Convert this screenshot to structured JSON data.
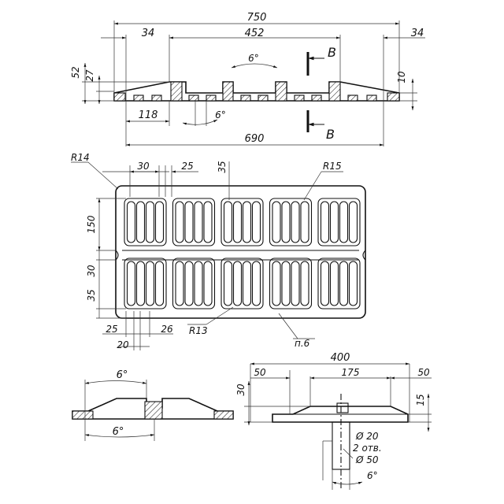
{
  "front_view": {
    "dims": {
      "overall": "750",
      "left_edge": "34",
      "middle": "452",
      "right_edge": "34",
      "height_total": "52",
      "height_rim": "27",
      "right_thickness": "10",
      "taper_top": "6°",
      "taper_bottom": "6°",
      "left_span": "118",
      "base": "690"
    },
    "section_mark": "B"
  },
  "plan_view": {
    "dims": {
      "corner_radius": "R14",
      "top_30": "30",
      "top_25": "25",
      "top_35": "35",
      "slot_radius": "R15",
      "left_150": "150",
      "left_30": "30",
      "left_35": "35",
      "bottom_25": "25",
      "bottom_20": "20",
      "bottom_26": "26",
      "rib_radius": "R13",
      "note": "п.6"
    }
  },
  "detail_left": {
    "dims": {
      "angle_top": "6°",
      "angle_bottom": "6°"
    }
  },
  "detail_right": {
    "dims": {
      "width": "400",
      "left_50": "50",
      "center": "175",
      "right_50": "50",
      "height_30": "30",
      "height_15": "15",
      "hole": "Ø 20",
      "holes_count": "2 отв.",
      "boss": "Ø 50",
      "angle": "6°"
    }
  }
}
